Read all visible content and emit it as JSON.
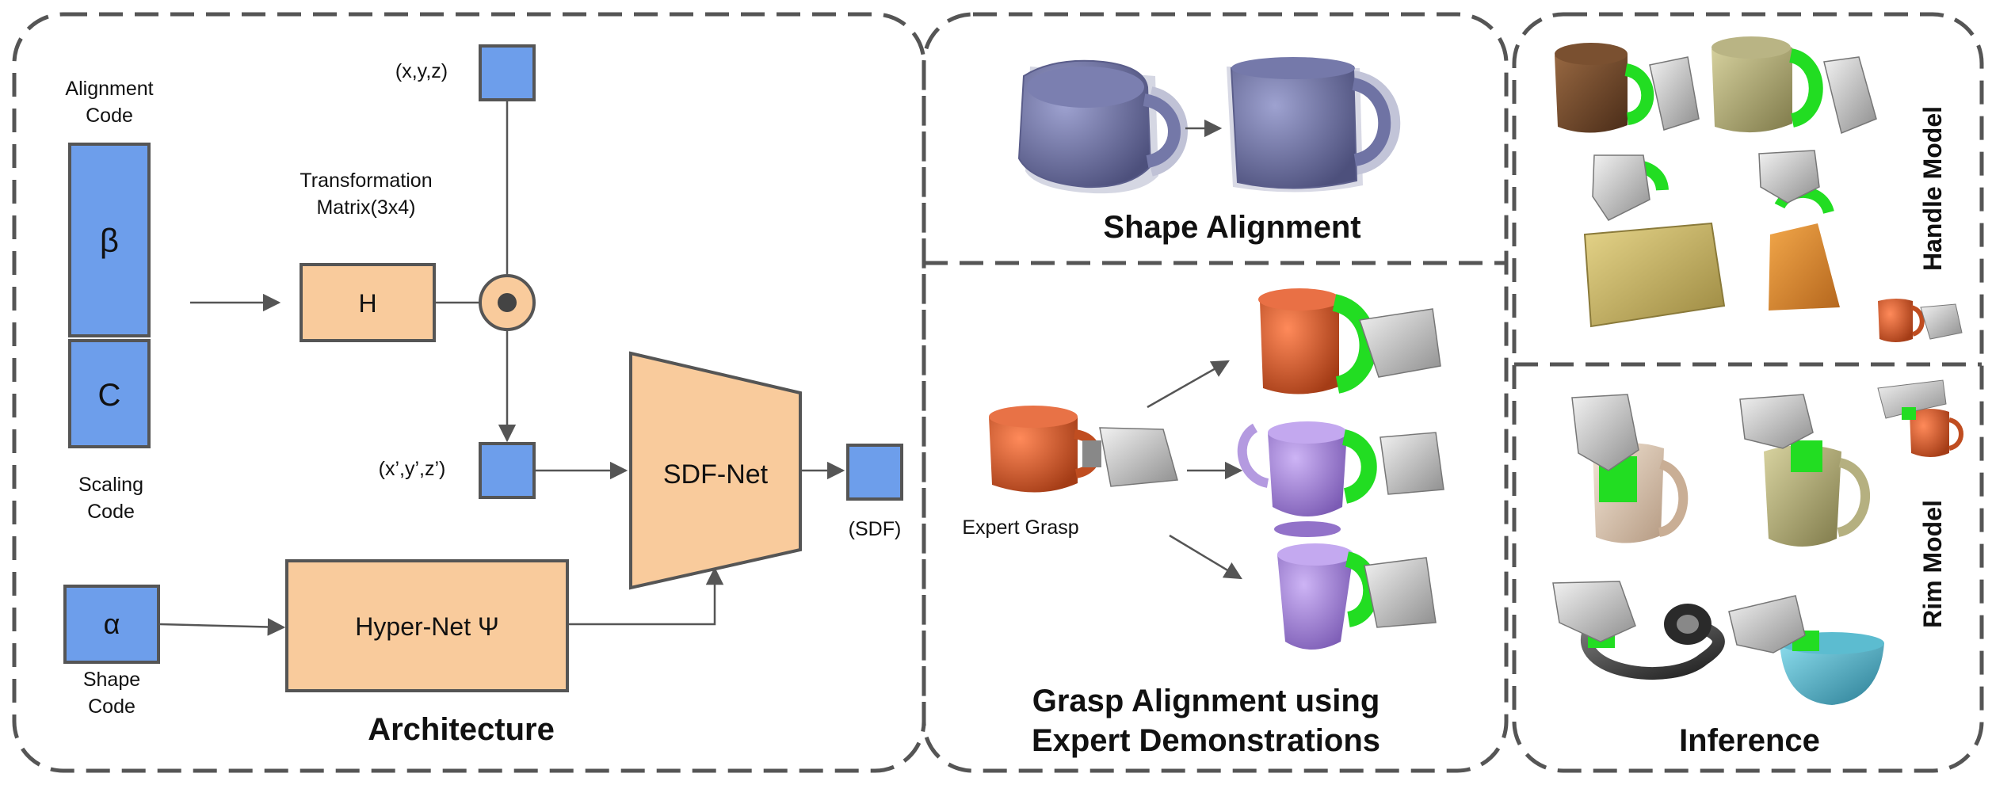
{
  "architecture": {
    "title": "Architecture",
    "alignment_code_label_1": "Alignment",
    "alignment_code_label_2": "Code",
    "beta_symbol": "β",
    "c_symbol": "C",
    "scaling_code_label_1": "Scaling",
    "scaling_code_label_2": "Code",
    "alpha_symbol": "α",
    "shape_code_label_1": "Shape",
    "shape_code_label_2": "Code",
    "transform_label_1": "Transformation",
    "transform_label_2": "Matrix(3x4)",
    "h_label": "H",
    "xyz_label": "(x,y,z)",
    "xyz_prime_label": "(x’,y’,z’)",
    "sdf_net_label": "SDF-Net",
    "sdf_out_label": "(SDF)",
    "hyper_net_label": "Hyper-Net Ψ"
  },
  "shape_alignment": {
    "title": "Shape Alignment"
  },
  "grasp_alignment": {
    "title_1": "Grasp Alignment using",
    "title_2": "Expert Demonstrations",
    "expert_grasp_label": "Expert Grasp"
  },
  "inference": {
    "title": "Inference",
    "handle_model_label": "Handle Model",
    "rim_model_label": "Rim Model"
  },
  "colors": {
    "blue_box": "#6d9eeb",
    "peach_box": "#f9cb9c",
    "outline": "#555555",
    "grasp_green": "#22dd22",
    "gripper_gray": "#bdbdbd",
    "mug_orange": "#d4582a",
    "mug_purple": "#a98bd6",
    "mug_slate": "#6e719e"
  }
}
